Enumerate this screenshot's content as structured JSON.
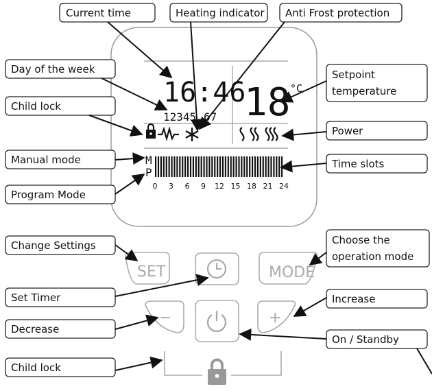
{
  "labels": {
    "current_time": "Current time",
    "heating_indicator": "Heating indicator",
    "anti_frost": "Anti Frost protection",
    "day_of_week": "Day of the week",
    "child_lock_top": "Child lock",
    "manual_mode": "Manual mode",
    "program_mode": "Program Mode",
    "setpoint_line1": "Setpoint",
    "setpoint_line2": "temperature",
    "power": "Power",
    "time_slots": "Time slots",
    "change_settings": "Change Settings",
    "set_timer": "Set Timer",
    "decrease": "Decrease",
    "child_lock_bottom": "Child lock",
    "choose_mode_line1": "Choose the",
    "choose_mode_line2": "operation mode",
    "increase": "Increase",
    "on_standby": "On / Standby"
  },
  "display": {
    "time": "16:46",
    "days_left": "12345",
    "days_right": "67",
    "setpoint": "18",
    "unit": "°C",
    "mode_m": "M",
    "mode_p": "P",
    "hour_ticks": [
      "0",
      "3",
      "6",
      "9",
      "12",
      "15",
      "18",
      "21",
      "24"
    ]
  },
  "buttons": {
    "set": "SET",
    "mode": "MODE",
    "minus": "−",
    "plus": "+"
  }
}
